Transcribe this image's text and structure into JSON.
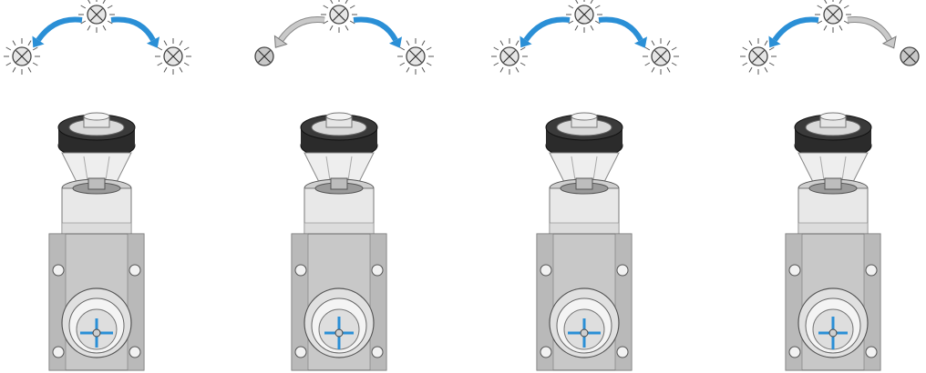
{
  "colors": {
    "accent_blue": "#2a8fd6",
    "inactive_gray": "#c9c9c9",
    "metal_light": "#e8e8e8",
    "metal_mid": "#c8c8c8",
    "metal_dark": "#9a9a9a",
    "knob_black": "#2b2b2b",
    "outline": "#555555"
  },
  "icons": {
    "lamp": "lamp-cross-icon",
    "arrow": "curved-arrow-icon"
  },
  "panels": [
    {
      "left_lamp_lit": true,
      "right_lamp_lit": true,
      "left_arrow_active": true,
      "right_arrow_active": true,
      "indicator_rotation_deg": 0
    },
    {
      "left_lamp_lit": false,
      "right_lamp_lit": true,
      "left_arrow_active": false,
      "right_arrow_active": true,
      "indicator_rotation_deg": 90
    },
    {
      "left_lamp_lit": true,
      "right_lamp_lit": true,
      "left_arrow_active": true,
      "right_arrow_active": true,
      "indicator_rotation_deg": 0
    },
    {
      "left_lamp_lit": true,
      "right_lamp_lit": false,
      "left_arrow_active": true,
      "right_arrow_active": false,
      "indicator_rotation_deg": 90
    }
  ]
}
